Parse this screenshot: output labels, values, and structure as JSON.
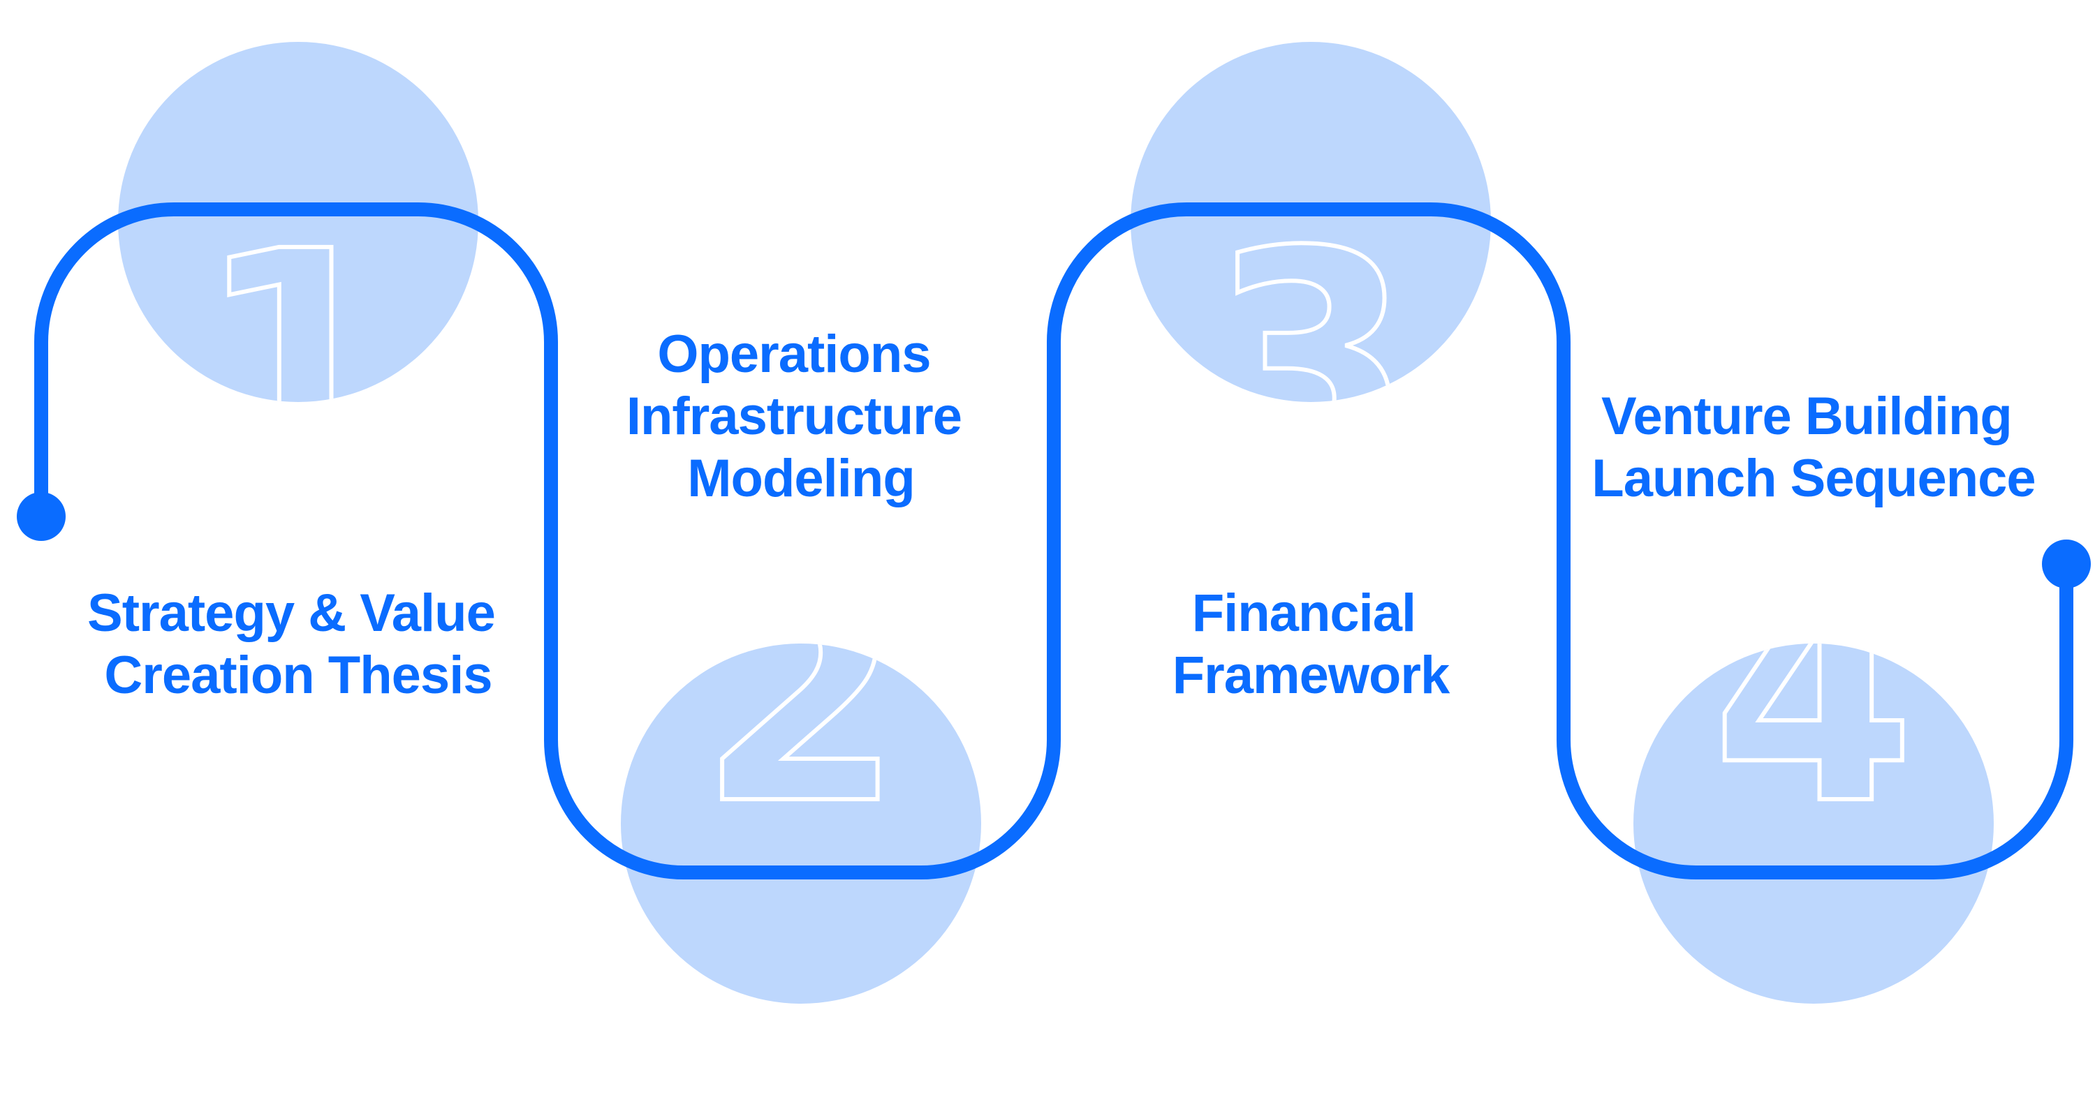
{
  "colors": {
    "path": "#0a6cff",
    "circle": "#bdd7fd",
    "number_outline": "#ffffff",
    "text": "#0a6cff",
    "background": "#ffffff"
  },
  "steps": [
    {
      "number": "1",
      "label_lines": [
        "Strategy & Value",
        "Creation Thesis"
      ]
    },
    {
      "number": "2",
      "label_lines": [
        "Operations",
        "Infrastructure",
        "Modeling"
      ]
    },
    {
      "number": "3",
      "label_lines": [
        "Financial",
        "Framework"
      ]
    },
    {
      "number": "4",
      "label_lines": [
        "Venture Building",
        "Launch Sequence"
      ]
    }
  ]
}
